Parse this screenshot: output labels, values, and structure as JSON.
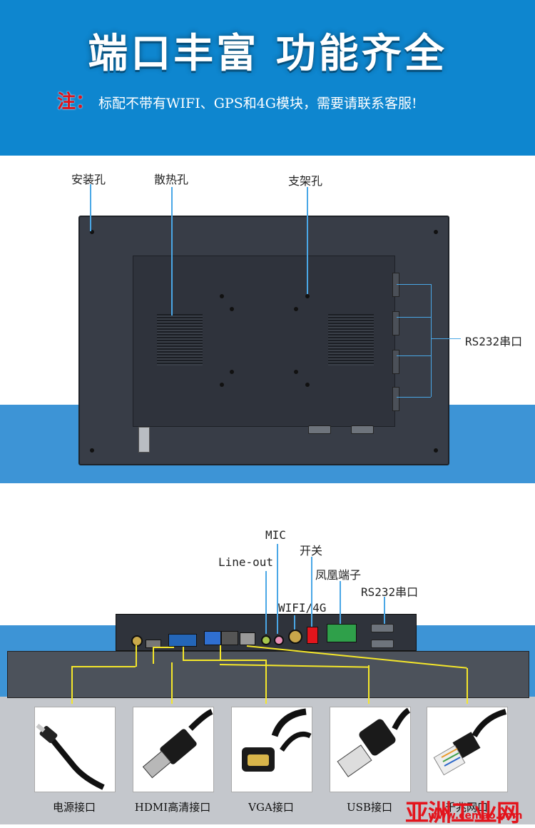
{
  "header": {
    "title": "端口丰富 功能齐全",
    "note_mark": "注：",
    "note_text": "标配不带有WIFI、GPS和4G模块，需要请联系客服!"
  },
  "rear_view": {
    "labels": {
      "mount_hole": "安装孔",
      "vent": "散热孔",
      "bracket_hole": "支架孔",
      "rs232": "RS232串口"
    }
  },
  "side_view": {
    "labels": {
      "mic": "MIC",
      "switch": "开关",
      "line_out": "Line-out",
      "phoenix": "凤凰端子",
      "wifi_4g": "WIFI/4G",
      "rs232": "RS232串口"
    }
  },
  "connectors": [
    {
      "caption": "电源接口",
      "icon": "dc-power-plug-icon"
    },
    {
      "caption": "HDMI高清接口",
      "icon": "hdmi-plug-icon"
    },
    {
      "caption": "VGA接口",
      "icon": "vga-plug-icon"
    },
    {
      "caption": "USB接口",
      "icon": "usb-plug-icon"
    },
    {
      "caption": "千兆网口",
      "icon": "rj45-plug-icon"
    }
  ],
  "watermark": {
    "brand": "亚洲工业网",
    "url": "www.cemao.com"
  },
  "colors": {
    "header_blue": "#0e86cf",
    "band_blue": "#3d94d6",
    "note_red": "#e0121a",
    "callout_yellow": "#f5e72a",
    "callout_blue": "#4aa7e6"
  }
}
